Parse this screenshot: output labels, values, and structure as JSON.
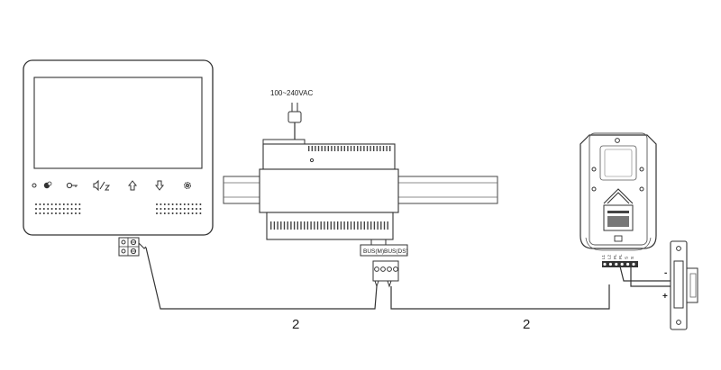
{
  "power": {
    "label": "100~240VAC"
  },
  "distributor": {
    "bus_m_label": "BUS(M)",
    "bus_ds_label": "BUS(DS)"
  },
  "wiring": {
    "monitor_wire_count": "2",
    "outdoor_wire_count": "2"
  },
  "lock": {
    "minus_label": "-",
    "plus_label": "+"
  },
  "outdoor_terminals": {
    "labels": [
      "L1",
      "L2",
      "PL",
      "PL",
      "S",
      "S"
    ]
  },
  "icons": [
    "dot-icon",
    "intercom-icon",
    "key-icon",
    "volume-icon",
    "up-arrow-icon",
    "down-arrow-icon",
    "gear-icon"
  ]
}
